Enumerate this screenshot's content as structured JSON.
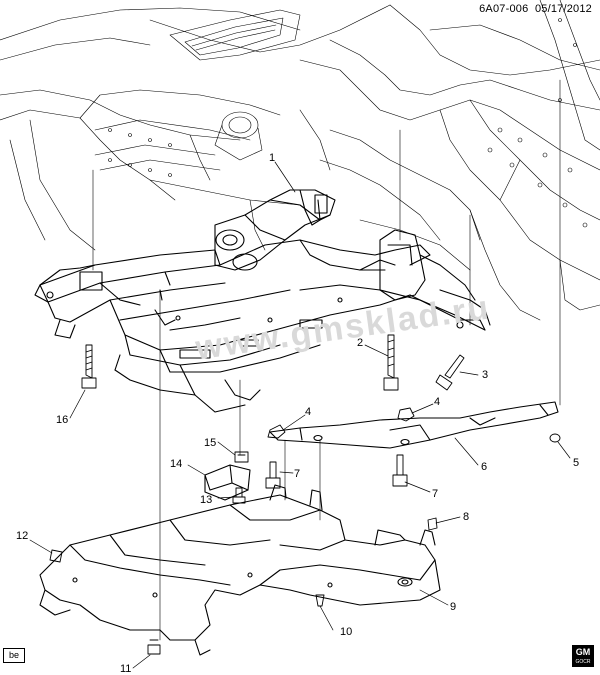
{
  "header": {
    "figure_id": "6A07-006",
    "date": "05/17/2012"
  },
  "watermark": "www.gmsklad.ru",
  "corner_tag": "be",
  "logo": {
    "text": "GM",
    "sub": "GOCR"
  },
  "callouts": [
    "1",
    "2",
    "3",
    "4",
    "4",
    "5",
    "6",
    "7",
    "7",
    "8",
    "9",
    "10",
    "11",
    "12",
    "13",
    "14",
    "15",
    "16"
  ],
  "colors": {
    "line": "#000000",
    "background": "#ffffff",
    "watermark": "#d9d9d9"
  }
}
